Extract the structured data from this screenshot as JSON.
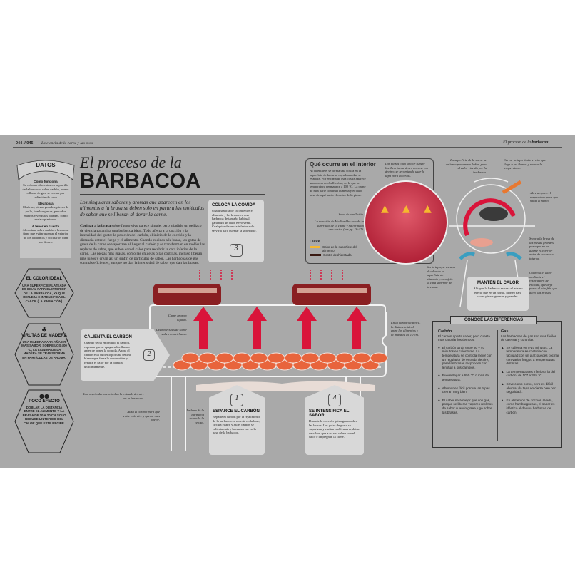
{
  "header": {
    "pages": "044 // 045",
    "section": "La ciencia de la carne y las aves",
    "right_title_prefix": "El proceso de la",
    "right_title_bold": "barbacoa"
  },
  "title": {
    "line1": "El proceso de la",
    "line2": "BARBACOA"
  },
  "intro": "Los singulares sabores y aromas que aparecen en los alimentos a la brasa se deben solo en parte a las moléculas de sabor que se liberan al dorar la carne.",
  "body": {
    "lead": "Cocinar a la brasa",
    "text": " sobre fuego vivo parece simple, pero añadirle un pellizco de ciencia garantiza una barbacoa ideal. Todo afecta a la cocción y la intensidad del gusto: la posición del carbón, el inicio de la cocción y la distancia entre el fuego y el alimento. Cuando cocinas a la brasa, las gotas de grasa de la carne se vaporizan al llegar al carbón y se transforman en moléculas repletas de sabor, que suben con el calor para recubrir la cara inferior de la carne. Las piezas más grasas, como las chuletas o las costillas, incluso liberan más jugos y crean así un sinfín de partículas de sabor. Las barbacoas de gas son más eficientes, aunque no dan la intensidad de sabor que dan las brasas."
  },
  "datos": {
    "title": "DATOS",
    "sections": [
      {
        "heading": "Cómo funciona",
        "text": "Se colocan alimentos en la parrilla de la barbacoa sobre carbón, brasas o llama de gas: se cocina por radiación de calor."
      },
      {
        "heading": "Ideal para",
        "text": "Chuletas, piezas grandes, piezas de pollo, hamburguesas, pescados enteros y verduras blandas, como maíz o pimiento."
      },
      {
        "heading": "A tener en cuenta",
        "text": "Al cocinar sobre carbón o brasas se tiene que evitar quemar el exterior de los alimentos y cocinarlos bien por dentro."
      }
    ]
  },
  "tips": [
    {
      "title": "EL COLOR IDEAL",
      "text": "UNA SUPERFICIE PLATEADA ES IDEAL PARA EL INTERIOR DE LA BARBACOA, YA QUE REFLEJA E INTENSIFICA EL CALOR (LA RADIACIÓN).",
      "icon": "none"
    },
    {
      "title": "VIRUTAS DE MADERA",
      "text": "USA MADERA PARA AÑADIR MÁS SABOR. SOBRE LOS 400 °C, LA LIGNINA DE LA MADERA SE TRANSFORMA EN PARTÍCULAS DE AROMA.",
      "icon": "wood-chips-icon"
    },
    {
      "title": "POCO EFECTO",
      "text": "DOBLAR LA DISTANCIA ENTRE EL ALIMENTO Y LA BRASA DE 10 A 20 CM SOLO REDUCE UN TERCIO DEL CALOR QUE ESTE RECIBE.",
      "icon": "coals-icon"
    }
  ],
  "steps": [
    {
      "num": "1",
      "title": "ESPARCE EL CARBÓN",
      "text": "Reparte el carbón por la reja inferior de la barbacoa: si no está en la base, circula el aire y así el carbón se calienta más y la ceniza cae en la base de la barbacoa."
    },
    {
      "num": "2",
      "title": "CALIENTA EL CARBÓN",
      "text": "Cuando se ha encendido el carbón, espera a que se apaguen las llamas antes de poner la comida. Ahora el carbón está cubierto por una ceniza blanca que frena la combustión y reparte el calor por la parrilla uniformemente."
    },
    {
      "num": "3",
      "title": "COLOCA LA COMIDA",
      "text": "Una distancia de 10 cm entre el alimento y las brasas en una barbacoa de tamaño habitual garantiza un calor envolvente. Cualquier distancia inferior solo serviría para quemar la superficie."
    },
    {
      "num": "4",
      "title": "SE INTENSIFICA EL SABOR",
      "text": "Durante la cocción gotea grasa sobre las brasas. Las gotas de grasa se vaporizan y emiten moléculas repletas de sabor, que a su vez suben con el calor e impregnan la carne."
    }
  ],
  "grill_labels": {
    "fat": "Carne grasa y líquido.",
    "molecules": "Las moléculas de sabor suben con el humo.",
    "vents": "Los respiraderos controlan la entrada del aire en la barbacoa.",
    "stir": "Atiza el carbón para que entre más aire y queme más fuerte.",
    "base": "La base de la barbacoa acumula la ceniza.",
    "distance": "En la barbacoa típica, la distancia ideal entre los alimentos y la brasa es de 10 cm.",
    "no_lid": "Sin la tapa, se escapa el calor de la superficie del alimento y se enfría la cara superior de la carne."
  },
  "interior": {
    "title": "Qué ocurre en el interior",
    "text": "Al calentarse, se forma una costra en la superficie de la carne cuya humedad se evapora. Por encima de esta costra aparece una «zona de ebullición», en la que la temperatura permanece a 100 °C. La carne de esta parte continúa húmeda y el calor pasa de aquí hacia el centro de la pieza.",
    "note_thick": "Las piezas cuyo grosor supere los 4 cm tardarán en cocerse por dentro; se recomienda usar la tapa para cocerlas.",
    "zone": "Zona de ebullición.",
    "maillard": "La reacción de Maillard ha secado la superficie de la carne y ha formado una costra (ver pp. 16-17).",
    "key_title": "Clave",
    "key": [
      {
        "label": "Calor de la superficie del alimento",
        "color": "#f5b82e"
      },
      {
        "label": "Costra deshidratada",
        "color": "#3a1a12"
      }
    ]
  },
  "kettle": {
    "note_surface": "La superficie de la carne se calienta por ambos lados, pues el calor circula por la barbacoa.",
    "note_lid": "Cerrar la tapa limita el aire que llega a las llamas y reduce la temperatura.",
    "note_vent": "Abre un poco el respiradero para que salga el humo.",
    "note_separate": "Separa la brasa de las piezas grandes para que no se queme el exterior antes de cocerse el interior.",
    "note_control": "Controla el calor mediante el respiradero de entrada, que deja pasar el aire frío que aviva las brasas.",
    "box_title": "MANTÉN EL CALOR",
    "box_text": "Al tapar la barbacoa se crea el mismo efecto que en un horno, idóneo para cocer piezas gruesas y grandes."
  },
  "differences": {
    "title": "CONOCE LAS DIFERENCIAS",
    "charcoal": {
      "title": "Carbón",
      "intro": "El carbón aporta sabor, pero cuesta más calcular los tiempos.",
      "items": [
        "El carbón tarda entre 30 y 40 minutos en calentarse. La temperatura se controla mejor con un regulador de entrada de aire, para las brasas responden con lentitud a sus cambios.",
        "Puede llegar a 650 °C o más de temperatura.",
        "Ahumar es fácil porque las tapas cierran muy bien.",
        "El sabor será mejor que con gas, porque se liberan vapores repletos de sabor cuando gotea jugo sobre las brasas."
      ]
    },
    "gas": {
      "title": "Gas",
      "intro": "Las barbacoas de gas son más fáciles de calentar y controlar.",
      "items": [
        "Se calienta en 5-10 minutos. La temperatura se controla con facilidad con un dial; puedes cocinar con varios fuegos a temperaturas distintas.",
        "La temperatura es inferior a la del carbón: de 107 a 315 °C.",
        "Sirve como horno, pero es difícil ahumar (la tapa no cierra bien por seguridad).",
        "En alimentos de cocción rápida, como hamburguesas, el sabor es idéntico al de una barbacoa de carbón."
      ]
    }
  },
  "colors": {
    "page": "#a9a9a9",
    "heat_red": "#d9143a",
    "coal": "#e8643c",
    "meat": "#8a1f22",
    "blue_air": "#3a9ec0",
    "orange_smoke": "#e87830"
  }
}
